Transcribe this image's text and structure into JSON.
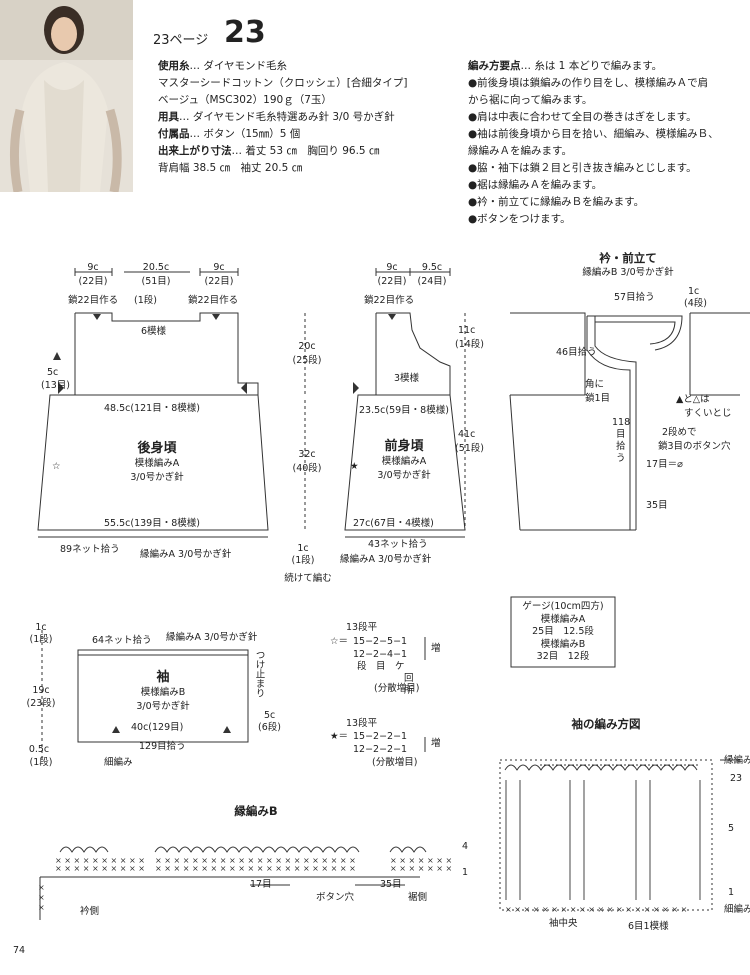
{
  "header": {
    "page_ref": "23ページ",
    "number": "23"
  },
  "materials": {
    "yarn_label": "使用糸",
    "yarn_maker": "… ダイヤモンド毛糸",
    "yarn_name": "マスターシードコットン（クロッシェ）[合細タイプ]",
    "yarn_color": "ベージュ（MSC302）190ｇ（7玉）",
    "tools_label": "用具",
    "tools": "… ダイヤモンド毛糸特選あみ針 3/0 号かぎ針",
    "notions_label": "付属品",
    "notions": "… ボタン（15㎜）5 個",
    "size_label": "出来上がり寸法",
    "size": "… 着丈 53 ㎝　胸回り 96.5 ㎝",
    "size2": "背肩幅 38.5 ㎝　袖丈 20.5 ㎝"
  },
  "points": {
    "title": "編み方要点",
    "intro": "… 糸は 1 本どりで編みます。",
    "lines": [
      "●前後身頃は鎖編みの作り目をし、模様編みＡで肩",
      "から裾に向って編みます。",
      "●肩は中表に合わせて全目の巻きはぎをします。",
      "●袖は前後身頃から目を拾い、細編み、模様編みＢ、",
      "縁編みＡを編みます。",
      "●脇・袖下は鎖２目と引き抜き編みとじします。",
      "●裾は縁編みＡを編みます。",
      "●衿・前立てに縁編みＢを編みます。",
      "●ボタンをつけます。"
    ]
  },
  "back": {
    "top_dims": [
      "9c",
      "20.5c",
      "9c"
    ],
    "top_counts": [
      "(22目)",
      "(51目)",
      "(22目)"
    ],
    "chain_left": "鎖22目作る",
    "one_row": "(1段)",
    "chain_right": "鎖22目作る",
    "six_pattern": "6模様",
    "side_dim": "5c",
    "side_count": "(13目)",
    "upper_width": "48.5c(121目・8模様)",
    "title": "後身頃",
    "pattern": "模様編みA",
    "hook": "3/0号かぎ針",
    "hem_width": "55.5c(139目・8模様)",
    "pickup": "89ネット拾う",
    "edging": "縁編みA 3/0号かぎ針",
    "star_mark": "☆"
  },
  "center": {
    "dim1": "20c",
    "count1": "(25段)",
    "dim2": "32c",
    "count2": "(40段)",
    "dim3": "1c",
    "count3": "(1段)",
    "continue": "続けて編む"
  },
  "front": {
    "top_dims": [
      "9c",
      "9.5c"
    ],
    "top_counts": [
      "(22目)",
      "(24目)"
    ],
    "chain": "鎖22目作る",
    "neck_dim": "11c",
    "neck_count": "(14段)",
    "three_pattern": "3模様",
    "upper_width": "23.5c(59目・8模様)",
    "total_dim": "41c",
    "total_count": "(51段)",
    "title": "前身頃",
    "pattern": "模様編みA",
    "hook": "3/0号かぎ針",
    "hem_width": "27c(67目・4模様)",
    "pickup": "43ネット拾う",
    "edging": "縁編みA 3/0号かぎ針",
    "star_mark": "★"
  },
  "collar": {
    "title": "衿・前立て",
    "sub": "縁編みB 3/0号かぎ針",
    "neck_pick": "57目拾う",
    "side_dim": "1c",
    "side_count": "(4段)",
    "left_pick": "46目拾う",
    "corner": "角に",
    "corner2": "鎖1目",
    "front_pick": [
      "118",
      "目",
      "拾",
      "う"
    ],
    "note1": "▲と△は",
    "note2": "すくいとじ",
    "note3": "2段めで",
    "note4": "鎖3目のボタン穴",
    "seventeen": "17目＝⌀",
    "thirty_five": "35目"
  },
  "gauge": {
    "title": "ゲージ(10cm四方)",
    "a_label": "模様編みA",
    "a_vals": "25目　12.5段",
    "b_label": "模様編みB",
    "b_vals": "32目　12段"
  },
  "sleeve": {
    "top_dim": "1c",
    "top_count": "(1段)",
    "pickup_top": "64ネット拾う",
    "edging": "縁編みA 3/0号かぎ針",
    "title": "袖",
    "pattern": "模様編みB",
    "hook": "3/0号かぎ針",
    "attach": "つけ止まり",
    "mid_dim": "19c",
    "mid_count": "(23段)",
    "side_dim": "5c",
    "side_count": "(6段)",
    "width": "40c(129目)",
    "pickup_bottom": "129目拾う",
    "bottom_dim": "0.5c",
    "bottom_count": "(1段)",
    "sc_label": "細編み"
  },
  "increase": {
    "hollow": {
      "flat": "13段平",
      "rows": [
        "15−2−5−1",
        "12−2−4−1"
      ],
      "legend": "段　目　ケ",
      "legend2": "回",
      "legend3": "所",
      "note": "(分散増目)",
      "tag": "増",
      "mark": "☆＝"
    },
    "solid": {
      "flat": "13段平",
      "rows": [
        "15−2−2−1",
        "12−2−2−1"
      ],
      "note": "(分散増目)",
      "tag": "増",
      "mark": "★＝"
    }
  },
  "sleeve_chart": {
    "title": "袖の編み方図",
    "rows": [
      "23",
      "5",
      "1"
    ],
    "right1": "縁編み",
    "right2": "細編み",
    "center": "袖中央",
    "repeat": "6目1模様"
  },
  "border_b": {
    "title": "縁編みB",
    "row_labels": [
      "4",
      "1"
    ],
    "seventeen": "17目",
    "thirty_five": "35目",
    "buttonhole": "ボタン穴",
    "collar_side": "衿側",
    "hem_side": "裾側"
  },
  "footer": {
    "page": "74"
  }
}
